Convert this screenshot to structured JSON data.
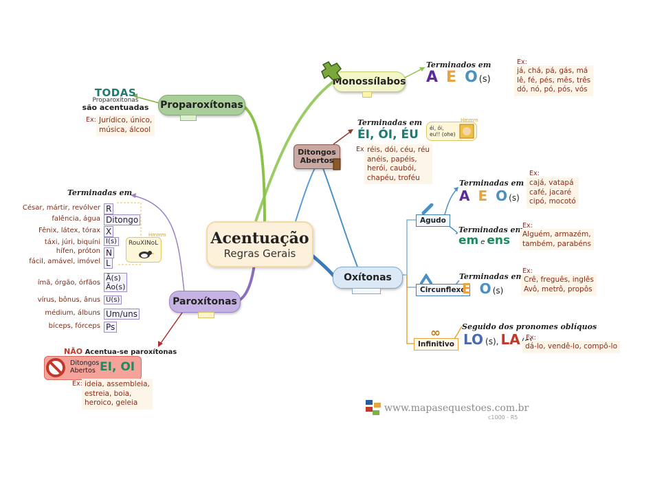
{
  "central": {
    "title": "Acentuação",
    "subtitle": "Regras Gerais"
  },
  "proparoxitonas": {
    "node": "Proparoxítonas",
    "todas": "TODAS",
    "todas_sub": "Proparoxítonas",
    "todas_line": "são acentuadas",
    "ex_label": "Ex:",
    "examples": [
      "Jurídico, único,",
      "música, álcool"
    ]
  },
  "paroxitonas": {
    "node": "Paroxítonas",
    "heading": "Terminadas em",
    "rows": [
      {
        "words": "César, mártir, revólver",
        "ending": "R"
      },
      {
        "words": "falência, água",
        "ending": "Ditongo"
      },
      {
        "words": "Fênix, látex, tórax",
        "ending": "X"
      },
      {
        "words": "táxi, júri, biquíni",
        "ending": "I(s)"
      },
      {
        "words": "hífen, próton",
        "ending": "N"
      },
      {
        "words": "fácil, amável, imóvel",
        "ending": "L"
      }
    ],
    "rouxinol": "RouXINoL",
    "hint": "Hmmm",
    "row_ao_words": "ímã, órgão, órfãos",
    "row_ao_1": "Ã(s)",
    "row_ao_2": "Ão(s)",
    "row_u_words": "vírus, bônus, ânus",
    "row_u": "U(s)",
    "row_um_words": "médium, álbuns",
    "row_um": "Um/uns",
    "row_ps_words": "bíceps, fórceps",
    "row_ps": "Ps",
    "nao": "NÃO",
    "nao_line": "Acentua-se paroxítonas",
    "ditongos": "Ditongos",
    "abertos": "Abertos",
    "eioi": "EI, OI",
    "ex_label": "Ex:",
    "examples": [
      "ideia, assembleia,",
      "estreia, boia,",
      "heroico, geleia"
    ]
  },
  "monossilabos": {
    "node": "Monossílabos",
    "heading": "Terminados em",
    "letter_a": "A",
    "letter_e": "E",
    "letter_o": "O",
    "suffix": "(s)",
    "ex_label": "Ex:",
    "examples": [
      "já, chá, pá, gás, má",
      "lê, fé, pés, mês, três",
      "dó, nó, pó, pós, vós"
    ]
  },
  "ditongos_abertos": {
    "node_line1": "Ditongos",
    "node_line2": "Abertos",
    "heading": "Terminadas em",
    "endings": "ÉI, ÓI, ÉU",
    "bubble": "éi, ói, eu!! (ohe)",
    "hint": "Hmmm",
    "ex_label": "Ex:",
    "examples": [
      "réis, dói, céu, réu",
      "anéis, papéis,",
      "herói, caubói,",
      "chapéu, troféu"
    ]
  },
  "oxitonas": {
    "node": "Oxítonas",
    "agudo": {
      "label": "Agudo",
      "heading1": "Terminadas em",
      "letter_a": "A",
      "letter_e": "E",
      "letter_o": "O",
      "suffix": "(s)",
      "ex1_label": "Ex:",
      "ex1": [
        "cajá, vatapá",
        "café, jacaré",
        "cipó, mocotó"
      ],
      "heading2": "Terminadas em",
      "em": "em",
      "e": "e",
      "ens": "ens",
      "ex2_label": "Ex:",
      "ex2": [
        "Alguém, armazém,",
        "também, parabéns"
      ]
    },
    "circunflexo": {
      "label": "Circunflexo",
      "heading": "Terminadas em",
      "letter_e": "E",
      "letter_o": "O",
      "suffix": "(s)",
      "ex_label": "Ex:",
      "ex": [
        "Crê, freguês, inglês",
        "Avô, metrô, propôs"
      ]
    },
    "infinitivo": {
      "label": "Infinitivo",
      "heading": "Seguido dos pronomes oblíquos",
      "lo": "LO",
      "la": "LA",
      "suffix_lo": "(s),",
      "suffix_la": "(s)",
      "ex_label": "Ex:",
      "ex": [
        "dá-lo, vendê-lo, compô-lo"
      ]
    }
  },
  "footer": {
    "site": "www.mapasequestoes.com.br",
    "code": "c1000 - R5"
  },
  "colors": {
    "green": "#7cb342",
    "purple": "#9b7fc8",
    "blue": "#4a90c2",
    "brown": "#8a3a2a",
    "orange": "#e8a33a",
    "gold": "#f5d06a",
    "red": "#d9534f",
    "teal": "#1e7a6e"
  }
}
